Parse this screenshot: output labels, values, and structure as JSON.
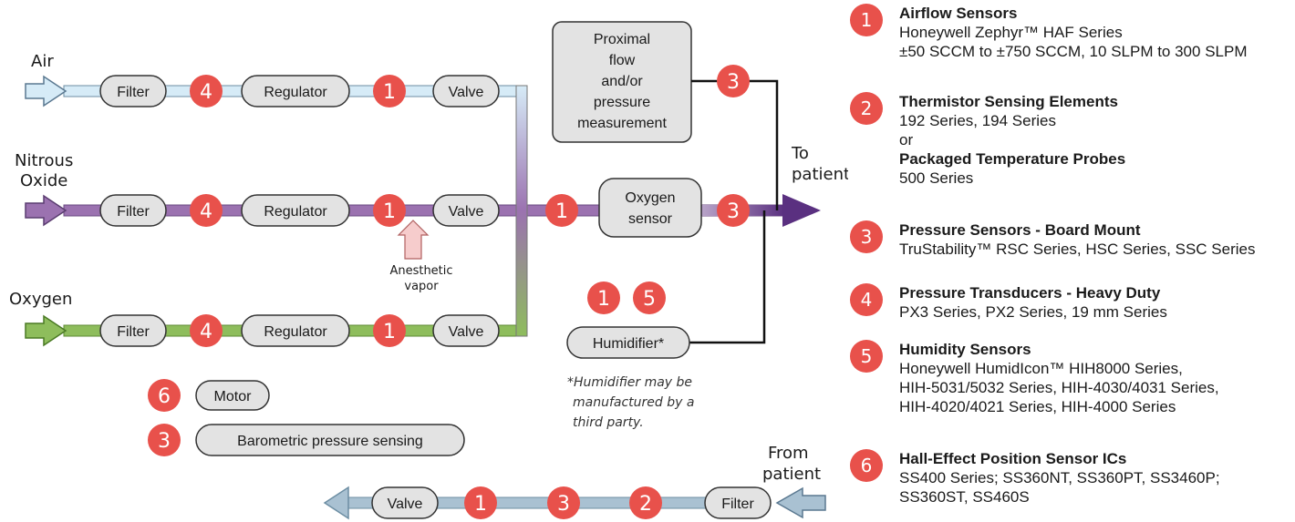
{
  "colors": {
    "badge": "#e8514b",
    "air": "#d6ebf7",
    "nitrous": "#9b72b0",
    "oxygen": "#8ebd5c",
    "return_line": "#a9c1d2",
    "box_fill": "#e3e3e3"
  },
  "gases": {
    "air": "Air",
    "nitrous_line1": "Nitrous",
    "nitrous_line2": "Oxide",
    "oxygen": "Oxygen"
  },
  "components": {
    "filter": "Filter",
    "regulator": "Regulator",
    "valve": "Valve",
    "oxygen_sensor_line1": "Oxygen",
    "oxygen_sensor_line2": "sensor",
    "humidifier": "Humidifier*",
    "motor": "Motor",
    "barometric": "Barometric pressure sensing",
    "proximal_lines": [
      "Proximal",
      "flow",
      "and/or",
      "pressure",
      "measurement"
    ]
  },
  "labels": {
    "to_patient_line1": "To",
    "to_patient_line2": "patient",
    "from_patient_line1": "From",
    "from_patient_line2": "patient",
    "anesthetic_line1": "Anesthetic",
    "anesthetic_line2": "vapor",
    "humidifier_note": [
      "*Humidifier may be",
      "manufactured by a",
      "third party."
    ]
  },
  "badges": {
    "n1": "1",
    "n2": "2",
    "n3": "3",
    "n4": "4",
    "n5": "5",
    "n6": "6"
  },
  "legend": [
    {
      "num": "1",
      "title": "Airflow Sensors",
      "lines": [
        "Honeywell Zephyr™ HAF Series",
        "±50 SCCM to ±750 SCCM, 10 SLPM to 300 SLPM"
      ]
    },
    {
      "num": "2",
      "title": "Thermistor Sensing Elements",
      "lines": [
        "192 Series, 194 Series",
        "or"
      ],
      "title2": "Packaged Temperature Probes",
      "lines2": [
        "500 Series"
      ]
    },
    {
      "num": "3",
      "title": "Pressure Sensors - Board Mount",
      "lines": [
        "TruStability™ RSC Series, HSC Series, SSC Series"
      ]
    },
    {
      "num": "4",
      "title": "Pressure Transducers - Heavy Duty",
      "lines": [
        "PX3 Series, PX2 Series, 19 mm Series"
      ]
    },
    {
      "num": "5",
      "title": "Humidity Sensors",
      "lines": [
        "Honeywell HumidIcon™ HIH8000 Series,",
        "HIH-5031/5032 Series, HIH-4030/4031 Series,",
        "HIH-4020/4021 Series, HIH-4000 Series"
      ]
    },
    {
      "num": "6",
      "title": "Hall-Effect Position Sensor ICs",
      "lines": [
        "SS400 Series; SS360NT, SS360PT, SS3460P;",
        "SS360ST, SS460S"
      ]
    }
  ]
}
